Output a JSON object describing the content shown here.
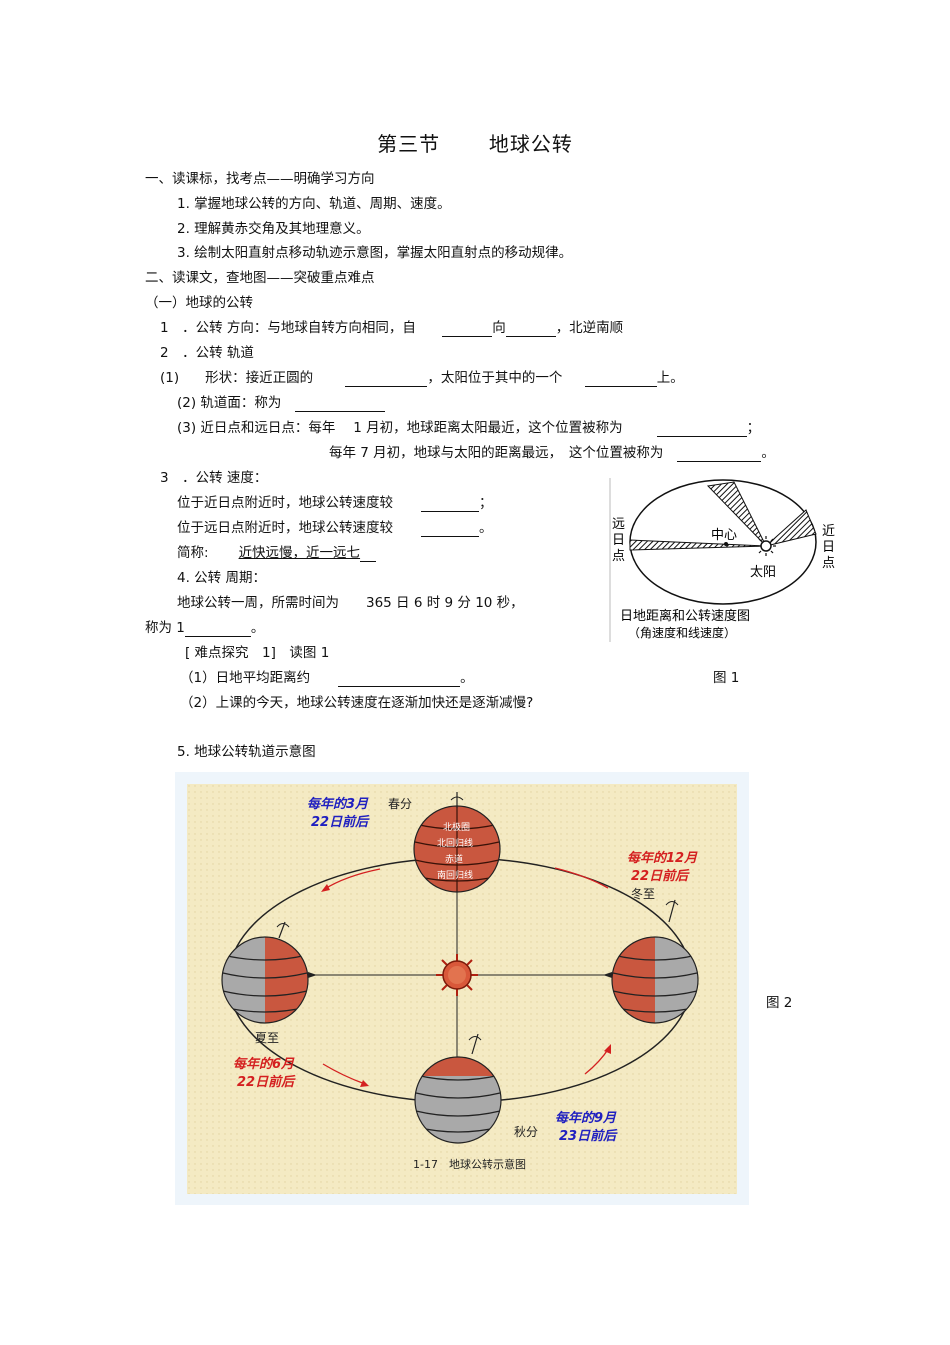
{
  "title": {
    "left": "第三节",
    "right": "地球公转"
  },
  "sec1": {
    "heading": "一、读课标，找考点——明确学习方向",
    "items": [
      "1.  掌握地球公转的方向、轨道、周期、速度。",
      "2.  理解黄赤交角及其地理意义。",
      "3.  绘制太阳直射点移动轨迹示意图，掌握太阳直射点的移动规律。"
    ]
  },
  "sec2": {
    "heading": "二、读课文，查地图——突破重点难点",
    "sub1": "（一）地球的公转",
    "dir": {
      "num": "1　．公转 方向：与地球自转方向相同，自",
      "mid": "向",
      "end": "，北逆南顺"
    },
    "orbit": {
      "num": "2　．公转 轨道"
    },
    "shape": {
      "num": "(1)",
      "text": "形状：接近正圆的",
      "mid": "，太阳位于其中的一个",
      "end": "上。"
    },
    "plane": {
      "text": "(2) 轨道面：称为"
    },
    "near_far": {
      "line1": "(3) 近日点和远日点：每年　 1 月初，地球距离太阳最近，这个位置被称为",
      "line1_end": "；",
      "line2": "每年  7 月初，地球与太阳的距离最远，　这个位置被称为",
      "line2_end": "。"
    },
    "speed": {
      "num": "3　．公转 速度：",
      "near": "位于近日点附近时，地球公转速度较",
      "near_end": "；",
      "far": "位于远日点附近时，地球公转速度较",
      "far_end": "。",
      "short_label": "简称:",
      "short_value": "近快远慢，近一远七"
    },
    "period": {
      "num": "4.  公转 周期：",
      "text": "地球公转一周，所需时间为　　365 日 6 时 9 分 10 秒，",
      "called": "称为 1",
      "called_end": "。"
    },
    "explore": {
      "head": "[ 难点探究　1]　读图  1",
      "q1": "（1）日地平均距离约",
      "q1_end": "。",
      "q2": "（2）上课的今天，地球公转速度在逐渐加快还是逐渐减慢?"
    },
    "item5": "5.  地球公转轨道示意图"
  },
  "fig1": {
    "label": "图 1",
    "center": "中心",
    "sun": "太阳",
    "far": [
      "远",
      "日",
      "点"
    ],
    "near": [
      "近",
      "日",
      "点"
    ],
    "caption1": "日地距离和公转速度图",
    "caption2": "（角速度和线速度）"
  },
  "fig2": {
    "label": "图 2",
    "spring_date": [
      "每年的3月",
      "22日前后"
    ],
    "spring": "春分",
    "winter_date": [
      "每年的12月",
      "22日前后"
    ],
    "winter": "冬至",
    "summer": "夏至",
    "summer_date": [
      "每年的6月",
      "22日前后"
    ],
    "autumn": "秋分",
    "autumn_date": [
      "每年的9月",
      "23日前后"
    ],
    "globe_lines": [
      "北极圈",
      "北回归线",
      "赤道",
      "南回归线"
    ],
    "caption": "1-17　地球公转示意图",
    "colors": {
      "day": "#c9573f",
      "night": "#a9a9a9",
      "bg": "#f4eac3",
      "blue": "#2020c0",
      "red": "#d42020"
    }
  }
}
